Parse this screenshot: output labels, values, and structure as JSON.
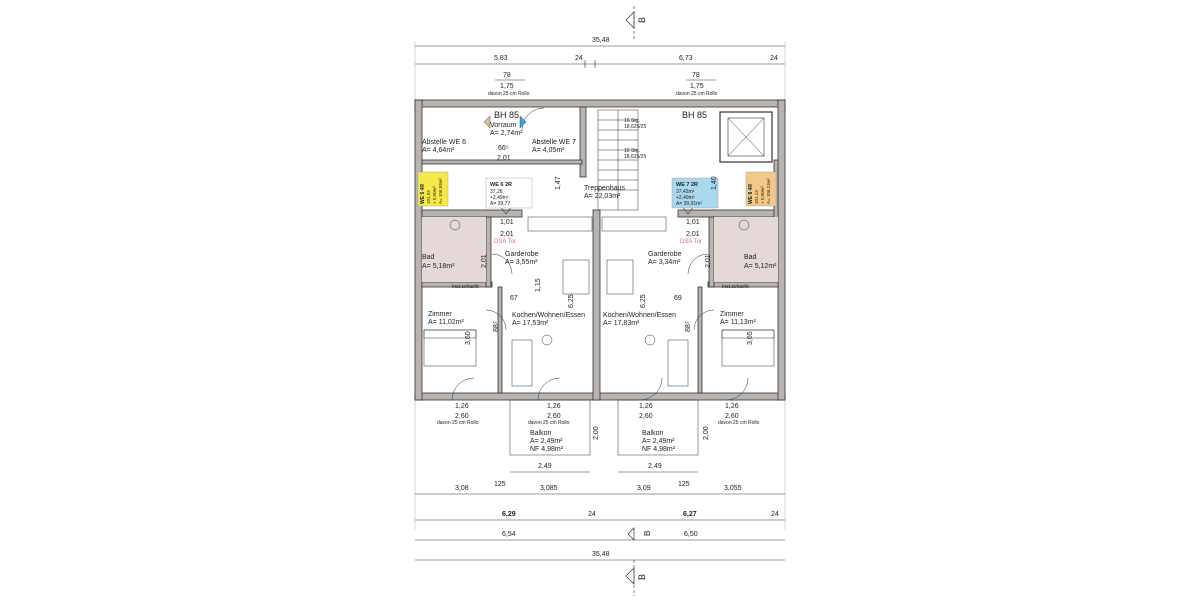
{
  "section_marker": "B",
  "dimensions": {
    "overall": "35,48",
    "top_left": "5,83",
    "top_right": "6,73",
    "top_24": "24",
    "window_78": "78",
    "window_175": "1,75",
    "rollo": "davon 25 cm Rollo",
    "bottom_308": "3,08",
    "bottom_3085": "3,085",
    "bottom_309": "3,09",
    "bottom_3055": "3,055",
    "bottom_125": "125",
    "bottom_629": "6,29",
    "bottom_627": "6,27",
    "bottom_654": "6,54",
    "bottom_650": "6,50",
    "balcony_249": "2,49",
    "balcony_200": "2,00",
    "window_126": "1,26",
    "window_260": "2,60",
    "door_201": "2,01",
    "door_101": "1,01",
    "h_147": "1,47",
    "h_140": "1,40",
    "h_360": "3,60",
    "h_365": "3,65",
    "h_625": "6,25",
    "h_885": "88⁵",
    "d_67": "67",
    "d_69": "69",
    "d_115": "1,15",
    "d_201v": "2,01",
    "d_665": "66⁵"
  },
  "rooms": {
    "abstelle6_name": "Abstelle WE 6",
    "abstelle6_area": "A= 4,64m²",
    "vorraum_name": "Vorraum",
    "vorraum_area": "A= 2,74m²",
    "bh85": "BH 85",
    "abstelle7_name": "Abstelle WE 7",
    "abstelle7_area": "A= 4,05m²",
    "stairs1": "16 Stg.",
    "stairs2": "18,625/25",
    "treppenhaus_name": "Treppenhaus",
    "treppenhaus_area": "A= 22,03m²",
    "bad_left_name": "Bad",
    "bad_left_area": "A= 5,18m²",
    "bad_right_name": "Bad",
    "bad_right_area": "A= 5,12m²",
    "garderobe_left_name": "Garderobe",
    "garderobe_left_area": "A= 3,55m²",
    "garderobe_right_name": "Garderobe",
    "garderobe_right_area": "A= 3,34m²",
    "dsa_tor": "DSA Tor",
    "inst_schacht": "Inst.schacht",
    "zimmer_left_name": "Zimmer",
    "zimmer_left_area": "A= 11,02m²",
    "zimmer_right_name": "Zimmer",
    "zimmer_right_area": "A= 11,13m²",
    "kochen_left_name": "Kochen/Wohnen/Essen",
    "kochen_left_area": "A= 17,53m²",
    "kochen_right_name": "Kochen/Wohnen/Essen",
    "kochen_right_area": "A= 17,83m²",
    "balkon_left_name": "Balkon",
    "balkon_left_area": "A= 2,49m²",
    "balkon_left_nf": "NF 4,98m²",
    "balkon_right_name": "Balkon",
    "balkon_right_area": "A= 2,49m²",
    "balkon_right_nf": "NF 4,98m²"
  },
  "unit_tags": {
    "we6_title": "WE 6   2R",
    "we6_l1": "37,28",
    "we6_l2": "+2,49m²",
    "we6_l3": "A= 39,77",
    "we7_title": "WE 7   2R",
    "we7_l1": "37,42m²",
    "we7_l2": "+2,49m²",
    "we7_l3": "A= 39,91m²",
    "we5_title": "WE 5   4R",
    "we5_l1": "101,93",
    "we5_l2": "+ 5,00m²",
    "we5_l3": "A= 106,93m²",
    "we8_title": "WE 8   4R",
    "we8_l1": "101,13",
    "we8_l2": "+ 5,00m²",
    "we8_l3": "A= 106,13m²"
  },
  "colors": {
    "wall": "#b9b4b0",
    "bath_floor": "#e4d9d6",
    "tag_yellow": "#f4e84a",
    "tag_orange": "#f3c98a",
    "tag_blue": "#a9d8ef",
    "door_marker_blue": "#3aa0e0",
    "door_marker_tan": "#d8bf9a",
    "dsa_pink": "#d96b86"
  }
}
